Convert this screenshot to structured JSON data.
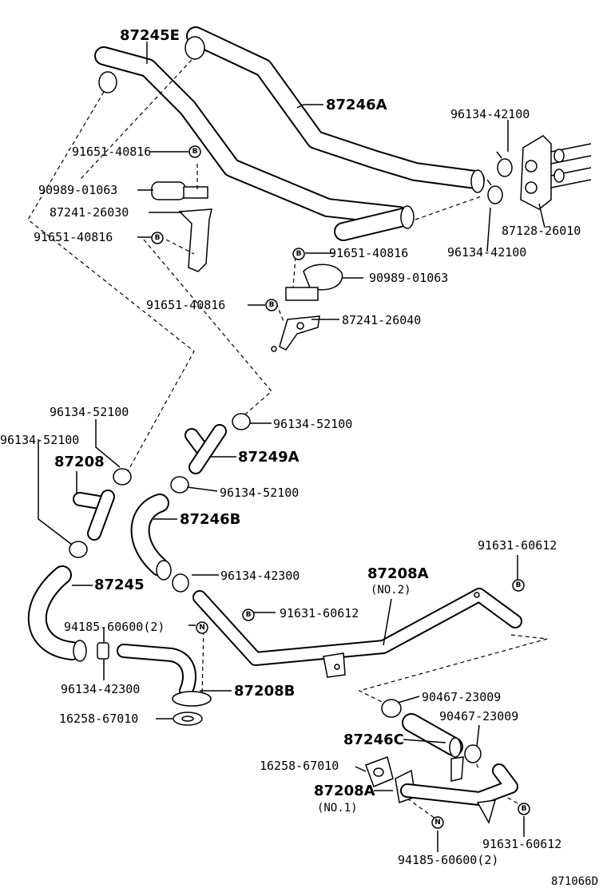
{
  "diagram_id": "871066D",
  "parts": {
    "p_87245E": "87245E",
    "p_87246A": "87246A",
    "p_96134_42100_a": "96134-42100",
    "p_96134_42100_b": "96134-42100",
    "p_91651_40816_a": "91651-40816",
    "p_90989_01063_a": "90989-01063",
    "p_87241_26030": "87241-26030",
    "p_91651_40816_b": "91651-40816",
    "p_87128_26010": "87128-26010",
    "p_91651_40816_c": "91651-40816",
    "p_90989_01063_b": "90989-01063",
    "p_91651_40816_d": "91651-40816",
    "p_87241_26040": "87241-26040",
    "p_96134_52100_a": "96134-52100",
    "p_96134_52100_b": "96134-52100",
    "p_96134_52100_c": "96134-52100",
    "p_96134_52100_d": "96134-52100",
    "p_87208": "87208",
    "p_87249A": "87249A",
    "p_87246B": "87246B",
    "p_91631_60612_a": "91631-60612",
    "p_87208A_top": "87208A",
    "p_no2": "(NO.2)",
    "p_96134_42300_a": "96134-42300",
    "p_87245": "87245",
    "p_91631_60612_b": "91631-60612",
    "p_94185_60600_a": "94185-60600(2)",
    "p_96134_42300_b": "96134-42300",
    "p_87208B": "87208B",
    "p_16258_67010_a": "16258-67010",
    "p_90467_23009_a": "90467-23009",
    "p_90467_23009_b": "90467-23009",
    "p_87246C": "87246C",
    "p_16258_67010_b": "16258-67010",
    "p_87208A_bottom": "87208A",
    "p_no1": "(NO.1)",
    "p_91631_60612_c": "91631-60612",
    "p_94185_60600_b": "94185-60600(2)"
  },
  "badges": {
    "b": "B",
    "n": "N"
  }
}
